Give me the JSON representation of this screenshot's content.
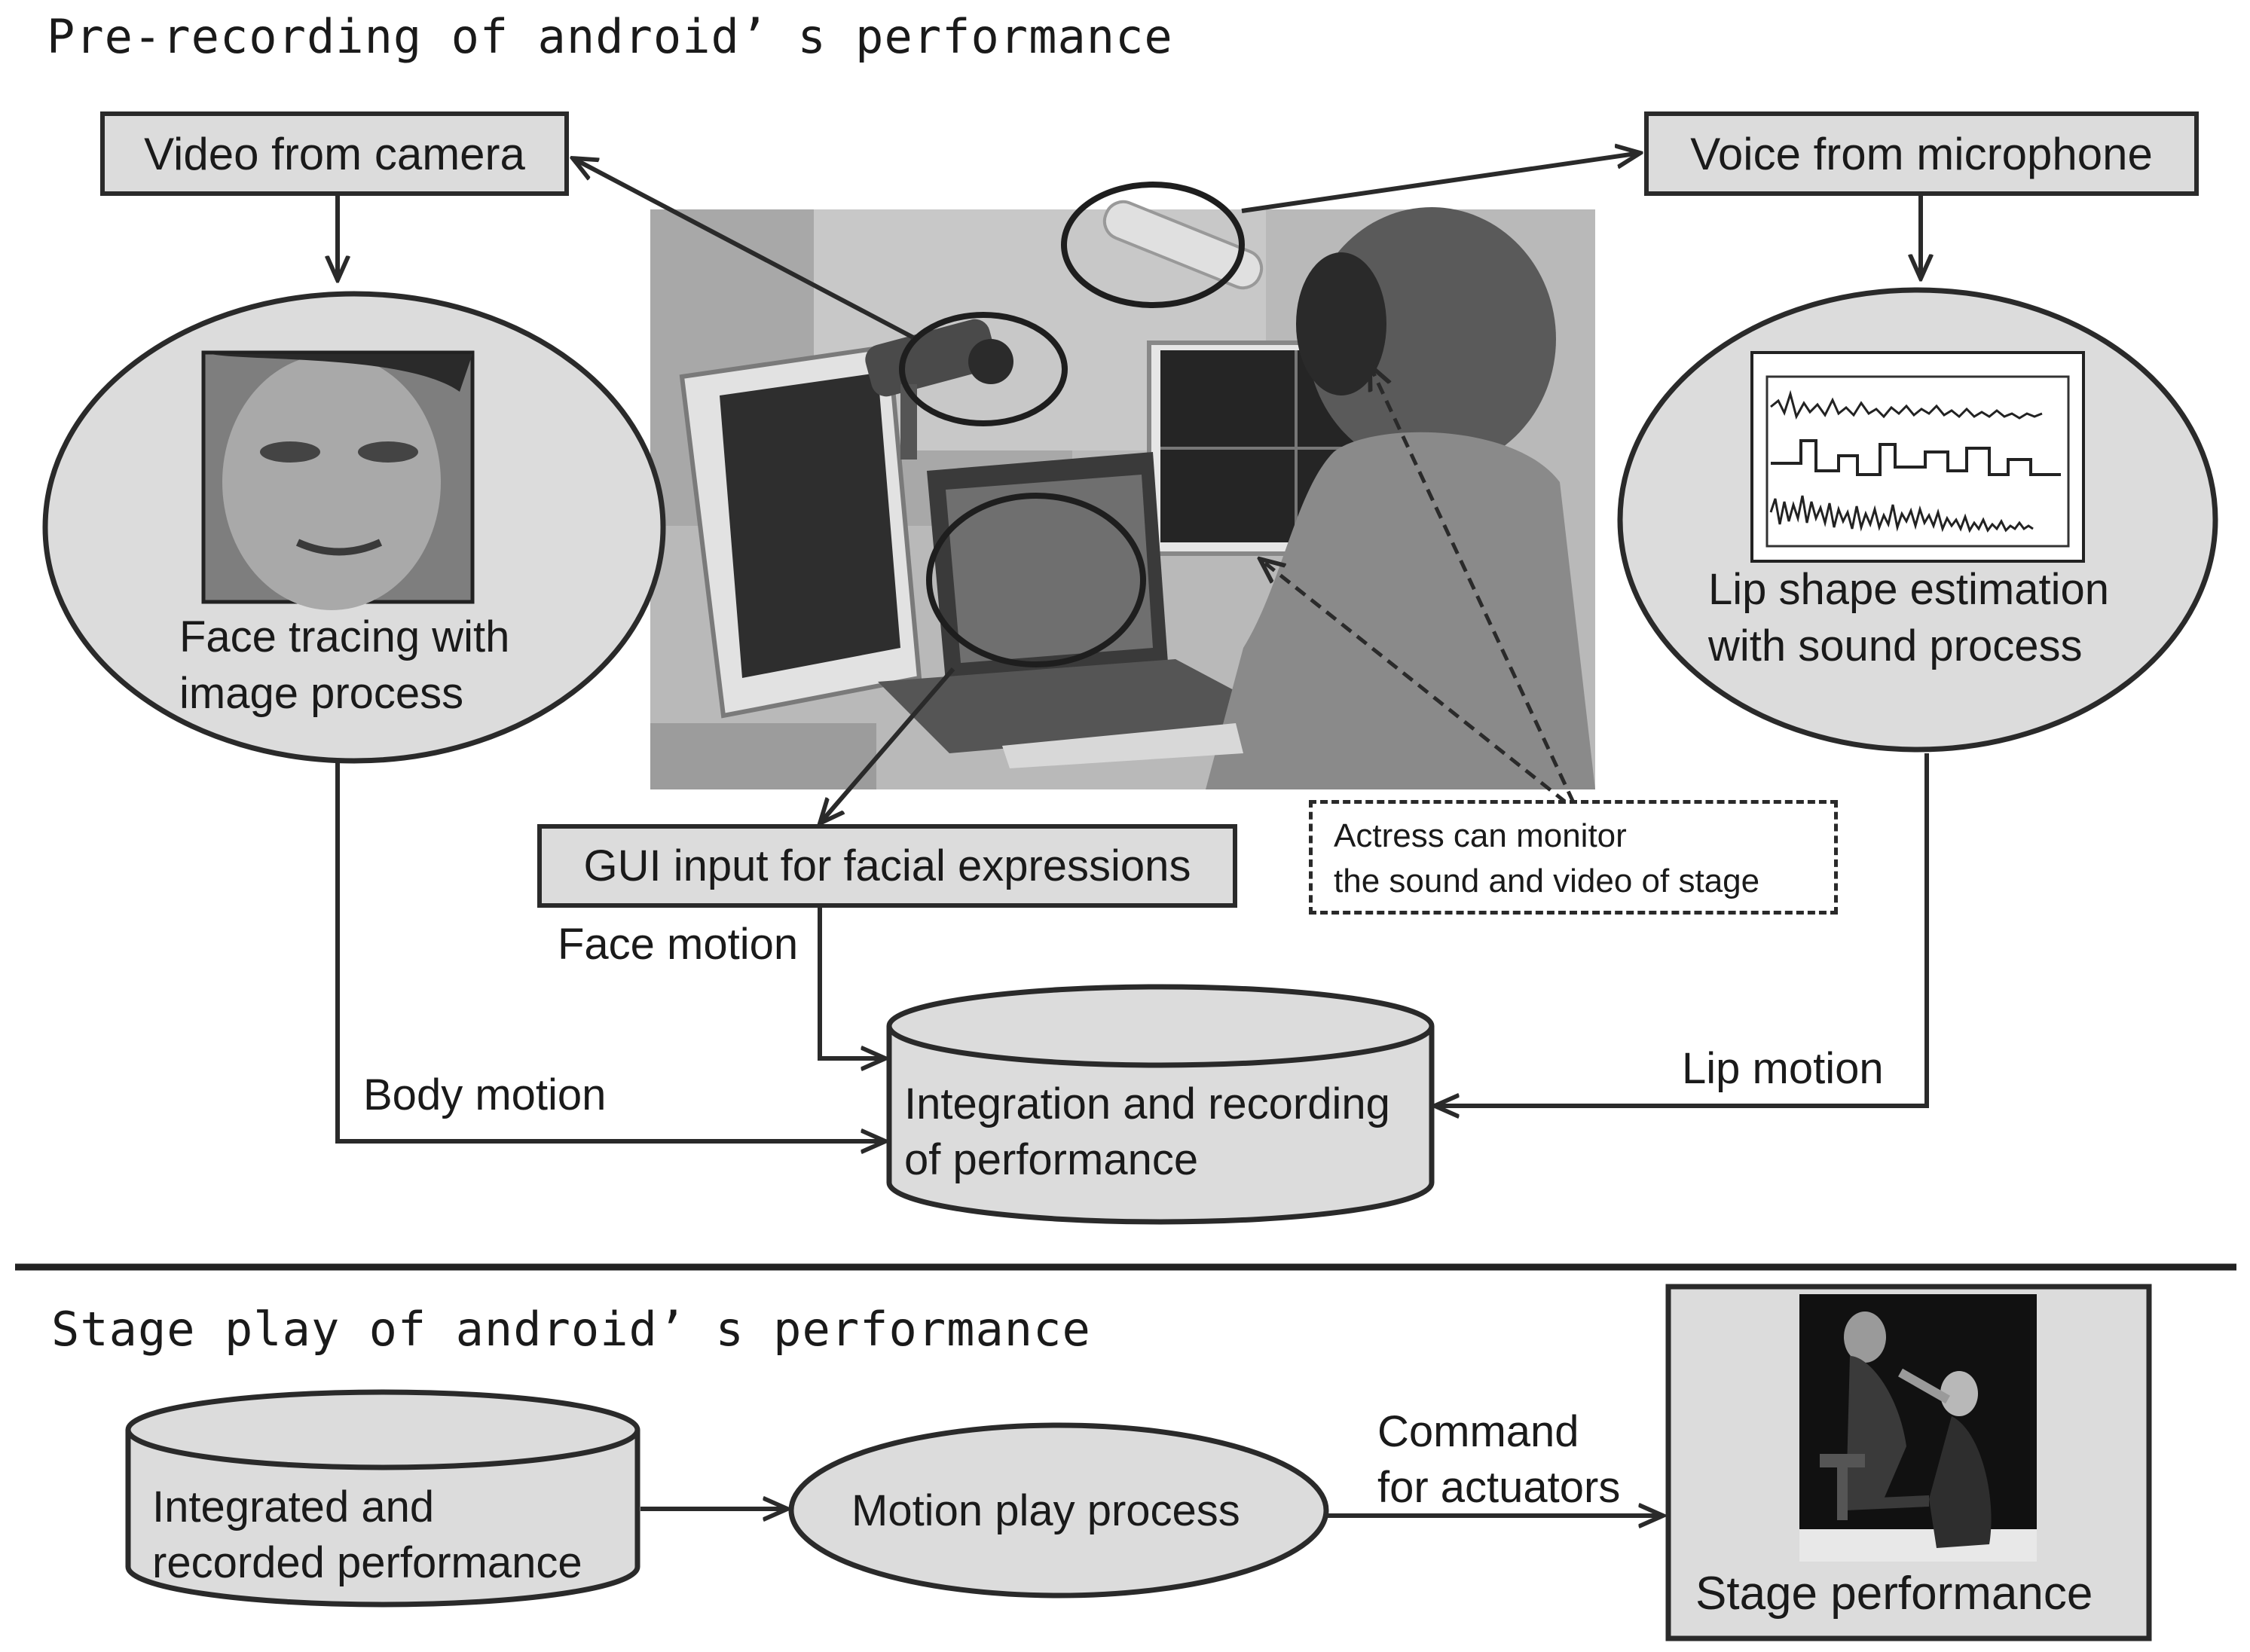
{
  "section1": {
    "title": "Pre-recording of  android’ s performance",
    "video_box": "Video from camera",
    "voice_box": "Voice from microphone",
    "face_tracing": [
      "Face tracing with",
      "image process"
    ],
    "lip_estimation": [
      "Lip shape estimation",
      "with sound process"
    ],
    "gui_box": "GUI input for facial expressions",
    "actress_note": [
      "Actress can monitor",
      "the sound and video of stage"
    ],
    "face_motion": "Face motion",
    "body_motion": "Body motion",
    "lip_motion": "Lip motion",
    "integration": [
      "Integration and recording",
      "of performance"
    ]
  },
  "section2": {
    "title": "Stage play of android’ s performance",
    "integrated": [
      "Integrated and",
      "recorded performance"
    ],
    "motion_play": "Motion play process",
    "command": [
      "Command",
      "for actuators"
    ],
    "stage": "Stage performance"
  }
}
